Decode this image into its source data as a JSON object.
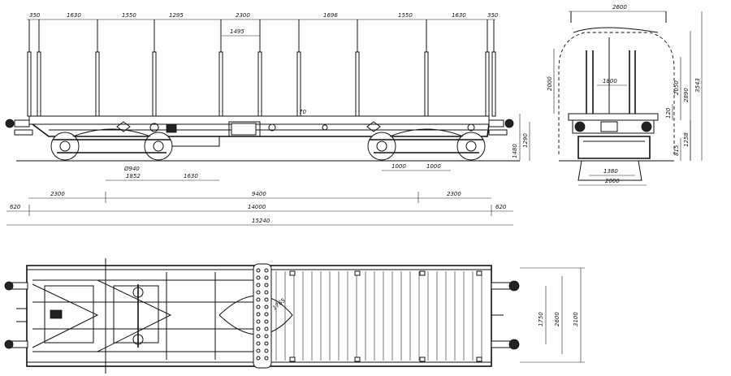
{
  "side_view": {
    "top_dims": [
      "350",
      "1630",
      "1550",
      "1295",
      "2300",
      "1696",
      "1550",
      "1630",
      "350"
    ],
    "stake_dim": "1495",
    "mid_mark": "70",
    "bogie_wheel": "Ø940",
    "dims_under": [
      "1852",
      "1630",
      "1000",
      "1000"
    ],
    "height_dims": [
      "1480",
      "1290"
    ],
    "overall_dims": {
      "overhang_left": "2300",
      "bogie_centres": "9400",
      "overhang_right": "2300",
      "buffer_left": "620",
      "frame_length": "14000",
      "buffer_right": "620",
      "over_buffers": "15240"
    }
  },
  "end_view": {
    "top_width": "2600",
    "load_height": "2000",
    "inner_width": "1800",
    "heights_right": [
      "120",
      "2050",
      "2890",
      "3543",
      "1258",
      "815"
    ],
    "bottom_dims": [
      "1380",
      "2000"
    ]
  },
  "plan_view": {
    "centre_mark": "1765",
    "dims_right": [
      "1750",
      "2600",
      "3100"
    ]
  }
}
